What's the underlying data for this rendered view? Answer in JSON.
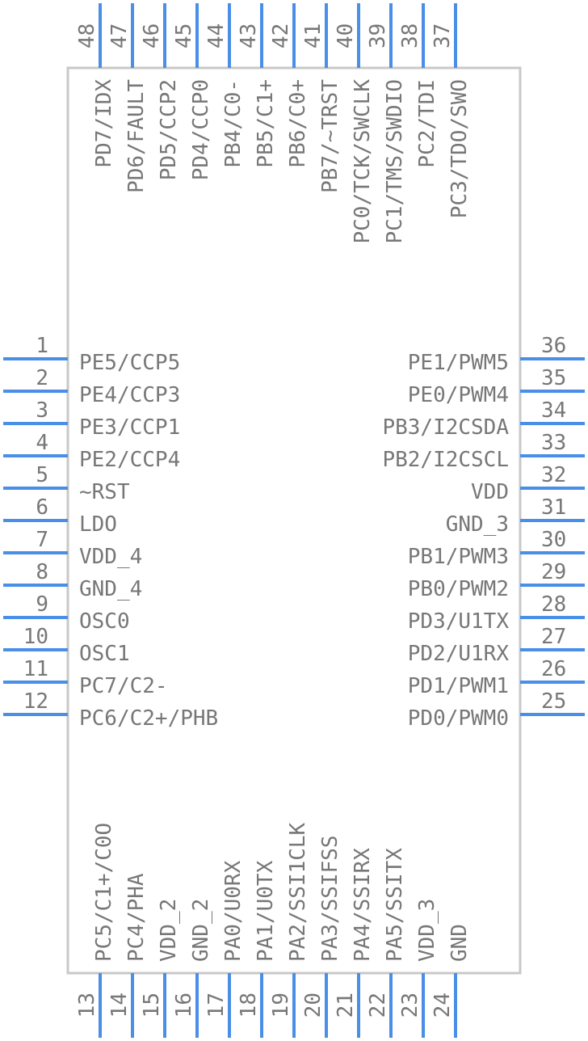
{
  "colors": {
    "body_stroke": "#c8c8c8",
    "pin": "#4a8fe7",
    "text": "#777777"
  },
  "left_pins": [
    {
      "num": "1",
      "label": "PE5/CCP5"
    },
    {
      "num": "2",
      "label": "PE4/CCP3"
    },
    {
      "num": "3",
      "label": "PE3/CCP1"
    },
    {
      "num": "4",
      "label": "PE2/CCP4"
    },
    {
      "num": "5",
      "label": "~RST"
    },
    {
      "num": "6",
      "label": "LDO"
    },
    {
      "num": "7",
      "label": "VDD_4"
    },
    {
      "num": "8",
      "label": "GND_4"
    },
    {
      "num": "9",
      "label": "OSC0"
    },
    {
      "num": "10",
      "label": "OSC1"
    },
    {
      "num": "11",
      "label": "PC7/C2-"
    },
    {
      "num": "12",
      "label": "PC6/C2+/PHB"
    }
  ],
  "right_pins": [
    {
      "num": "36",
      "label": "PE1/PWM5"
    },
    {
      "num": "35",
      "label": "PE0/PWM4"
    },
    {
      "num": "34",
      "label": "PB3/I2CSDA"
    },
    {
      "num": "33",
      "label": "PB2/I2CSCL"
    },
    {
      "num": "32",
      "label": "VDD"
    },
    {
      "num": "31",
      "label": "GND_3"
    },
    {
      "num": "30",
      "label": "PB1/PWM3"
    },
    {
      "num": "29",
      "label": "PB0/PWM2"
    },
    {
      "num": "28",
      "label": "PD3/U1TX"
    },
    {
      "num": "27",
      "label": "PD2/U1RX"
    },
    {
      "num": "26",
      "label": "PD1/PWM1"
    },
    {
      "num": "25",
      "label": "PD0/PWM0"
    }
  ],
  "top_pins": [
    {
      "num": "48",
      "label": "PD7/IDX"
    },
    {
      "num": "47",
      "label": "PD6/FAULT"
    },
    {
      "num": "46",
      "label": "PD5/CCP2"
    },
    {
      "num": "45",
      "label": "PD4/CCP0"
    },
    {
      "num": "44",
      "label": "PB4/C0-"
    },
    {
      "num": "43",
      "label": "PB5/C1+"
    },
    {
      "num": "42",
      "label": "PB6/C0+"
    },
    {
      "num": "41",
      "label": "PB7/~TRST"
    },
    {
      "num": "40",
      "label": "PC0/TCK/SWCLK"
    },
    {
      "num": "39",
      "label": "PC1/TMS/SWDIO"
    },
    {
      "num": "38",
      "label": "PC2/TDI"
    },
    {
      "num": "37",
      "label": "PC3/TDO/SWO"
    }
  ],
  "bottom_pins": [
    {
      "num": "13",
      "label": "PC5/C1+/C0O"
    },
    {
      "num": "14",
      "label": "PC4/PHA"
    },
    {
      "num": "15",
      "label": "VDD_2"
    },
    {
      "num": "16",
      "label": "GND_2"
    },
    {
      "num": "17",
      "label": "PA0/U0RX"
    },
    {
      "num": "18",
      "label": "PA1/U0TX"
    },
    {
      "num": "19",
      "label": "PA2/SSI1CLK"
    },
    {
      "num": "20",
      "label": "PA3/SSIFSS"
    },
    {
      "num": "21",
      "label": "PA4/SSIRX"
    },
    {
      "num": "22",
      "label": "PA5/SSITX"
    },
    {
      "num": "23",
      "label": "VDD_3"
    },
    {
      "num": "24",
      "label": "GND"
    }
  ]
}
